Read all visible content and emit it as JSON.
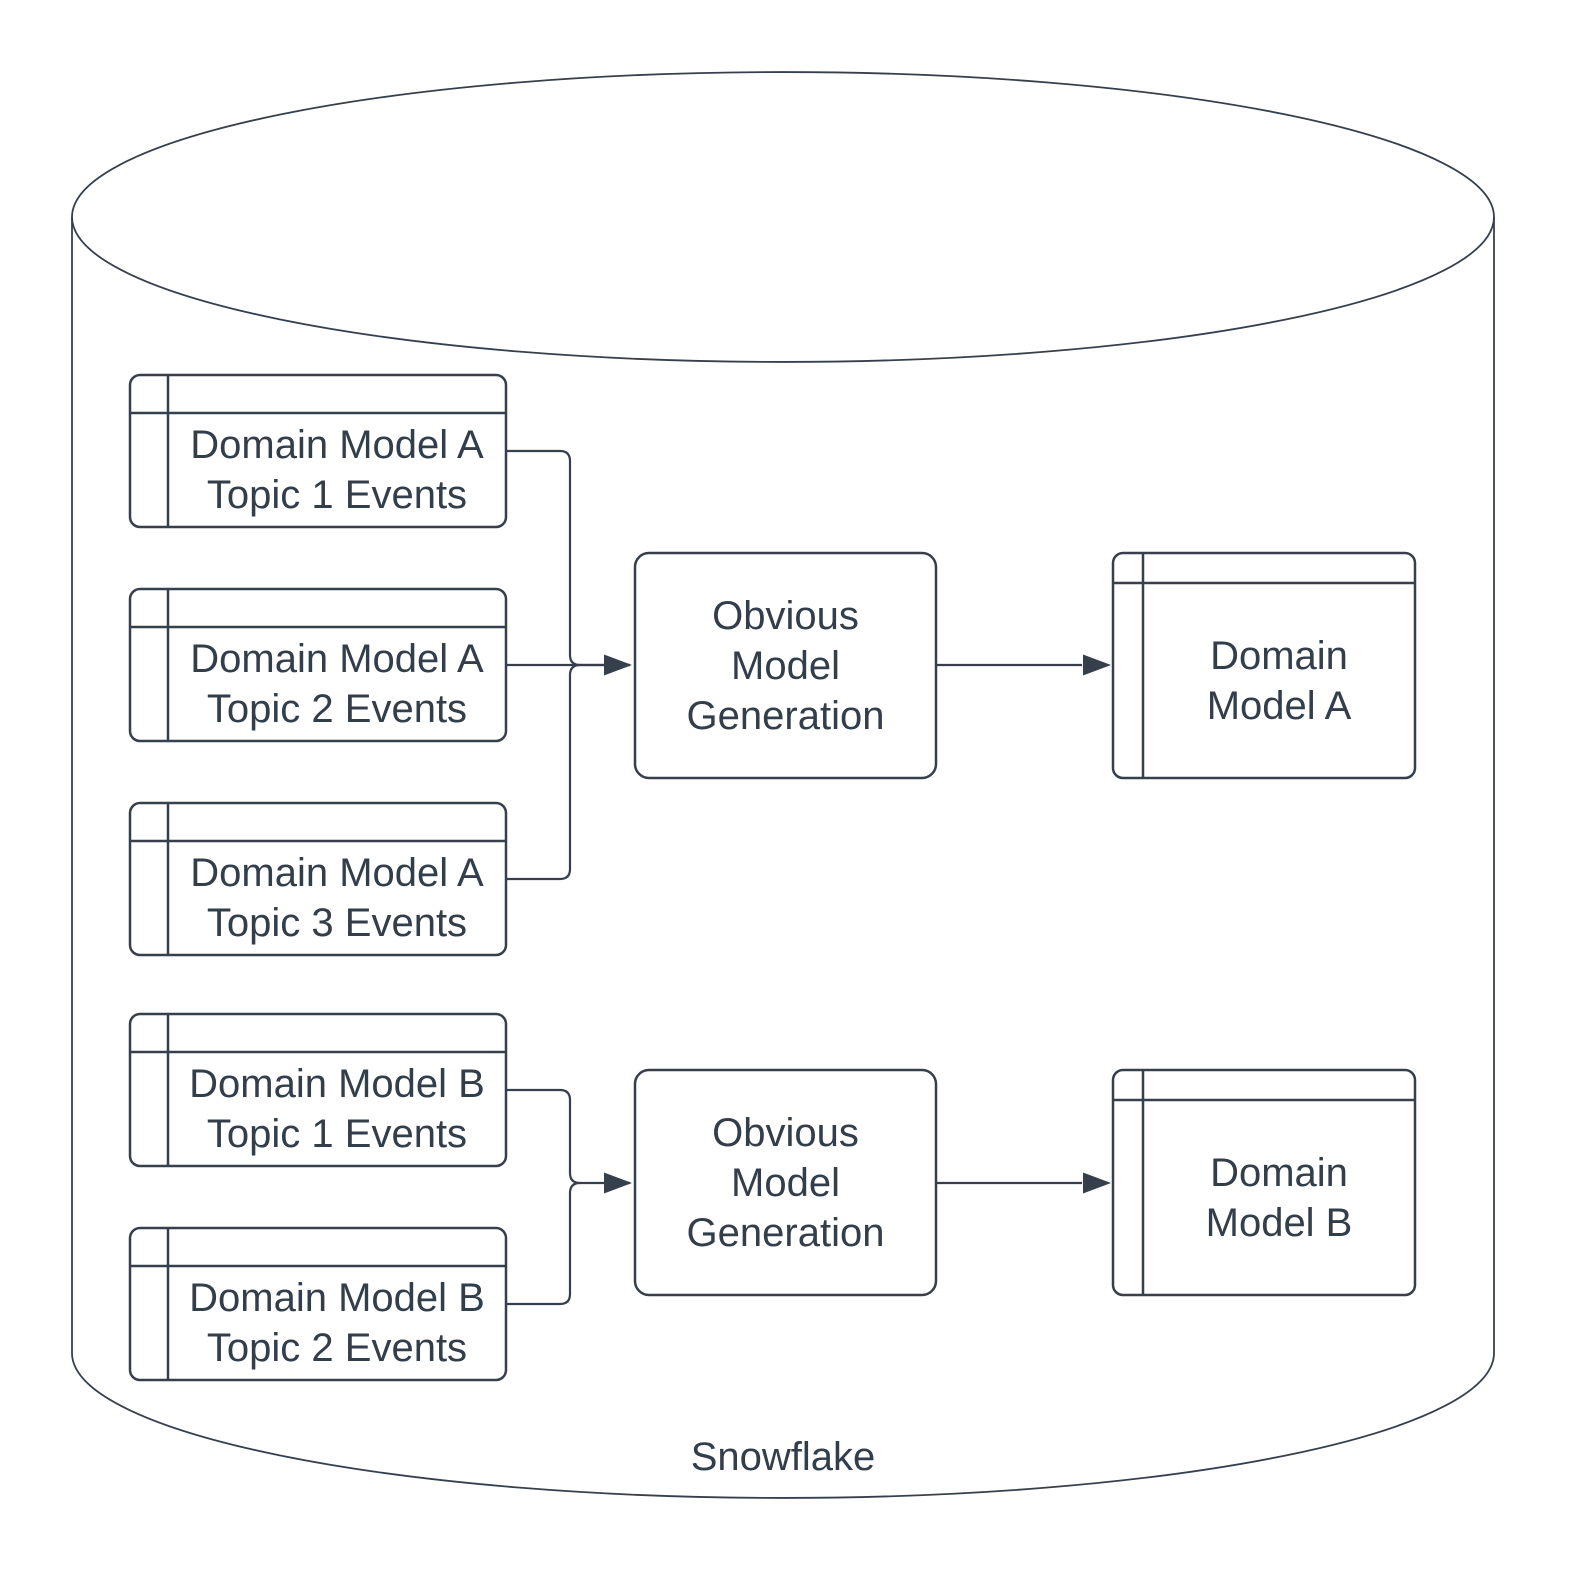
{
  "colors": {
    "stroke": "#36404d",
    "text": "#333e4b",
    "background": "#ffffff"
  },
  "cylinder": {
    "label": "Snowflake"
  },
  "source_tables": [
    {
      "label": "Domain Model A\nTopic 1 Events"
    },
    {
      "label": "Domain Model A\nTopic 2 Events"
    },
    {
      "label": "Domain Model A\nTopic 3 Events"
    },
    {
      "label": "Domain Model B\nTopic 1 Events"
    },
    {
      "label": "Domain Model B\nTopic 2 Events"
    }
  ],
  "processes": [
    {
      "label": "Obvious\nModel\nGeneration"
    },
    {
      "label": "Obvious\nModel\nGeneration"
    }
  ],
  "output_tables": [
    {
      "label": "Domain\nModel A"
    },
    {
      "label": "Domain\nModel B"
    }
  ]
}
